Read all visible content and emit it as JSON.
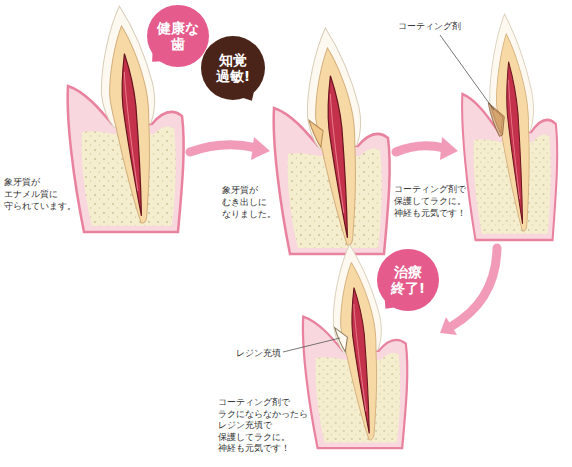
{
  "diagram": {
    "nodes": [
      {
        "text": [
          "健康な 歯"
        ]
      },
      {
        "text": [
          "知覚 過敏!"
        ]
      },
      {
        "text": [
          "治療 終了!"
        ]
      }
    ],
    "labels": [
      "象牙質が エナメル質に 守られています。",
      "象牙質が むき出しに なりました。",
      "コーティング剤",
      "コーティング剤で 保護してラクに。 神経も元気です！",
      "レジン充填",
      "コーティング剤で ラクにならなかったら レジン充填で 保護してラクに。 神経も元気です！"
    ]
  }
}
